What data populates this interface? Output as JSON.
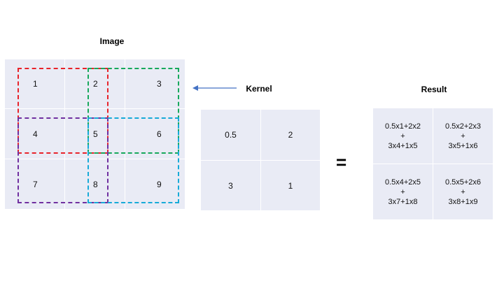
{
  "image": {
    "title": "Image",
    "cells": [
      "1",
      "2",
      "3",
      "4",
      "5",
      "6",
      "7",
      "8",
      "9"
    ]
  },
  "kernel": {
    "title": "Kernel",
    "cells": [
      "0.5",
      "2",
      "3",
      "1"
    ]
  },
  "operator": "=",
  "result": {
    "title": "Result",
    "cells": [
      {
        "line1": "0.5x1+2x2",
        "line2": "+",
        "line3": "3x4+1x5"
      },
      {
        "line1": "0.5x2+2x3",
        "line2": "+",
        "line3": "3x5+1x6"
      },
      {
        "line1": "0.5x4+2x5",
        "line2": "+",
        "line3": "3x7+1x8"
      },
      {
        "line1": "0.5x5+2x6",
        "line2": "+",
        "line3": "3x8+1x9"
      }
    ]
  },
  "colors": {
    "window_top_left": "#e8232a",
    "window_top_right": "#17a85c",
    "window_bottom_left": "#7030a0",
    "window_bottom_right": "#17aad8",
    "arrow": "#4472c4",
    "grid_fill": "#e9ebf5"
  }
}
